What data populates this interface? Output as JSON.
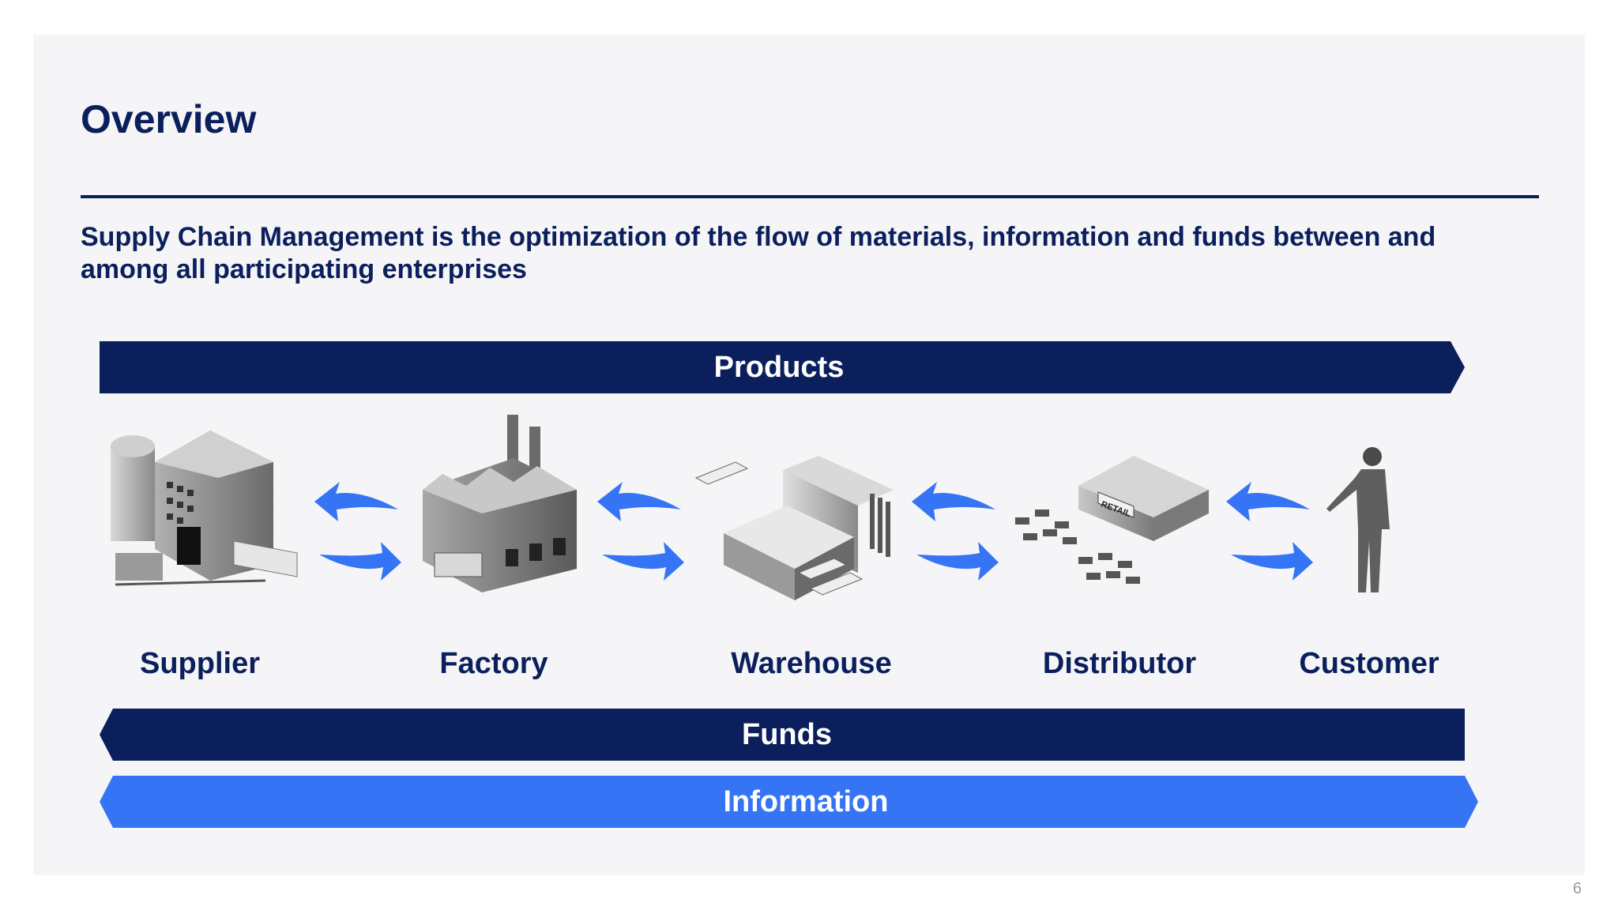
{
  "slide": {
    "title": "Overview",
    "subtitle": "Supply Chain Management is the optimization of the flow of materials, information and funds between and among all participating enterprises",
    "page_number": "6"
  },
  "flows": {
    "products": "Products",
    "funds": "Funds",
    "information": "Information"
  },
  "nodes": [
    {
      "label": "Supplier",
      "icon": "supplier-plant-icon"
    },
    {
      "label": "Factory",
      "icon": "factory-icon"
    },
    {
      "label": "Warehouse",
      "icon": "warehouse-icon"
    },
    {
      "label": "Distributor",
      "icon": "retail-distributor-icon"
    },
    {
      "label": "Customer",
      "icon": "customer-person-icon"
    }
  ],
  "distributor_sign": "RETAIL",
  "colors": {
    "navy": "#0a1f5c",
    "blue": "#3575f5",
    "background": "#f5f5f7"
  }
}
